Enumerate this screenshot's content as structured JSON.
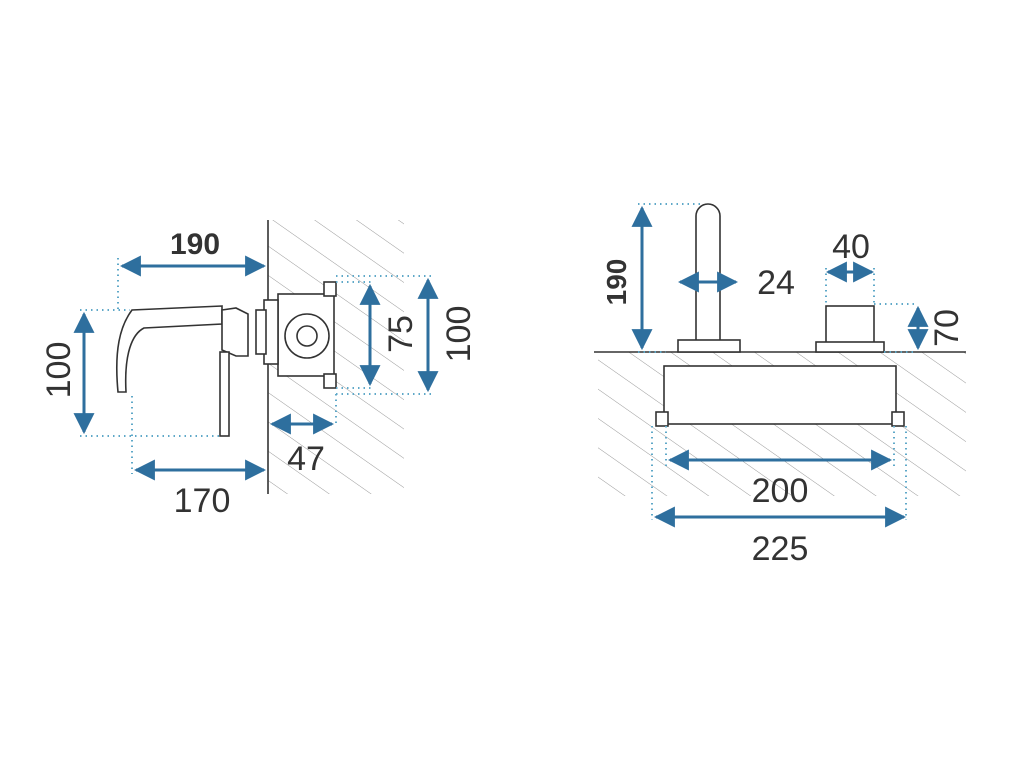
{
  "colors": {
    "dimension_arrow": "#2e6f9e",
    "guide_dots": "#5fa8c8",
    "outline": "#333333",
    "hatch": "#9a9a9a",
    "text": "#333333"
  },
  "side_view": {
    "depth_total": "190",
    "spout_height": "100",
    "spout_length": "170",
    "box_depth": "47",
    "box_height_inner": "75",
    "box_height_outer": "100"
  },
  "front_view": {
    "spout_height": "190",
    "spout_diameter": "24",
    "knob_diameter": "40",
    "knob_height": "70",
    "box_width_inner": "200",
    "box_width_outer": "225"
  }
}
